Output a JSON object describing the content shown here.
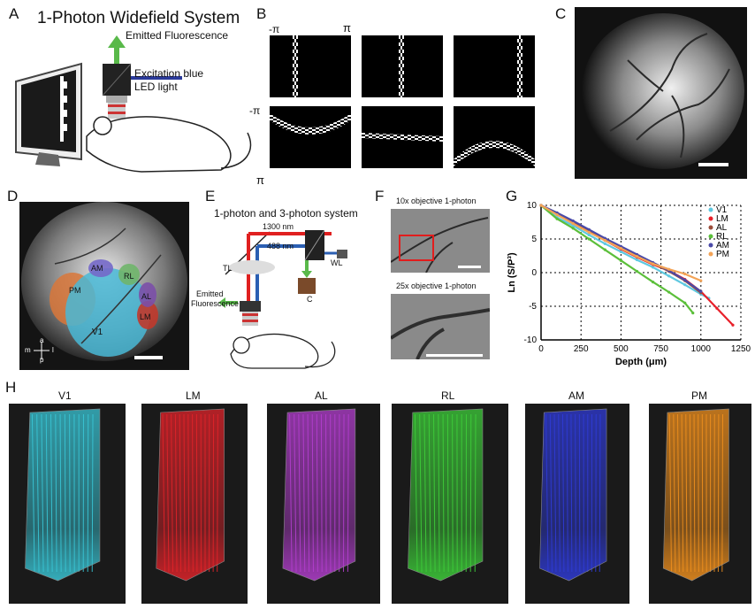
{
  "panels": {
    "A": {
      "label": "A",
      "title": "1-Photon Widefield System",
      "emitted": "Emitted Fluorescence",
      "excitation_l1": "Excitation blue",
      "excitation_l2": "LED light"
    },
    "B": {
      "label": "B",
      "neg_pi_top": "-π",
      "pi_top": "π",
      "neg_pi_left": "-π",
      "pi_left": "π"
    },
    "C": {
      "label": "C"
    },
    "D": {
      "label": "D",
      "areas": [
        "AM",
        "RL",
        "PM",
        "AL",
        "LM",
        "V1"
      ],
      "compass": [
        "a",
        "m",
        "l",
        "p"
      ]
    },
    "E": {
      "label": "E",
      "title": "1-photon and 3-photon system",
      "nm1300": "1300 nm",
      "nm488": "488 nm",
      "tl": "TL",
      "wl": "WL",
      "c": "C",
      "emitted_l1": "Emitted",
      "emitted_l2": "Fluorescence"
    },
    "F": {
      "label": "F",
      "top_caption": "10x objective 1-photon",
      "bottom_caption": "25x objective 1-photon"
    },
    "G": {
      "label": "G"
    },
    "H": {
      "label": "H",
      "stacks": [
        {
          "name": "V1",
          "color": "#39c6d6"
        },
        {
          "name": "LM",
          "color": "#e2232a"
        },
        {
          "name": "AL",
          "color": "#b43ed0"
        },
        {
          "name": "RL",
          "color": "#3ecf3a"
        },
        {
          "name": "AM",
          "color": "#2f3bd8"
        },
        {
          "name": "PM",
          "color": "#f0901e"
        }
      ]
    }
  },
  "chart_data": {
    "type": "line",
    "title": "",
    "xlabel": "Depth (μm)",
    "ylabel": "Ln (S/P³)",
    "xlim": [
      0,
      1250
    ],
    "ylim": [
      -10,
      10
    ],
    "xticks": [
      "0",
      "250",
      "500",
      "750",
      "1000",
      "1250"
    ],
    "yticks": [
      "10",
      "5",
      "0",
      "-5",
      "-10"
    ],
    "grid": true,
    "legend_position": "top-right",
    "series": [
      {
        "name": "V1",
        "color": "#5ec8e0",
        "x": [
          0,
          100,
          200,
          300,
          400,
          500,
          600,
          700,
          800,
          900,
          1000,
          1050
        ],
        "y": [
          10,
          8.2,
          7.0,
          5.6,
          4.3,
          3.1,
          1.9,
          0.8,
          -0.5,
          -1.8,
          -3.2,
          -3.8
        ]
      },
      {
        "name": "LM",
        "color": "#e8202a",
        "x": [
          0,
          100,
          200,
          300,
          400,
          500,
          600,
          700,
          800,
          900,
          1000,
          1100,
          1200
        ],
        "y": [
          10,
          8.7,
          7.4,
          6.1,
          4.8,
          3.5,
          2.3,
          1.2,
          0.3,
          -1.0,
          -2.8,
          -5.3,
          -7.8
        ]
      },
      {
        "name": "AL",
        "color": "#9b4d3a",
        "x": [
          0,
          100,
          200,
          300,
          400,
          500,
          600,
          700,
          800,
          900,
          1000
        ],
        "y": [
          10,
          8.8,
          7.6,
          6.3,
          5.0,
          3.7,
          2.6,
          1.4,
          0.2,
          -1.2,
          -3.0
        ]
      },
      {
        "name": "RL",
        "color": "#5bbf3a",
        "x": [
          0,
          100,
          200,
          300,
          400,
          500,
          600,
          700,
          800,
          900,
          950
        ],
        "y": [
          10,
          8.0,
          6.6,
          5.0,
          3.4,
          1.8,
          0.2,
          -1.4,
          -2.9,
          -4.5,
          -6.0
        ]
      },
      {
        "name": "AM",
        "color": "#4a4aa8",
        "x": [
          0,
          100,
          200,
          300,
          400,
          500,
          600,
          700,
          800,
          900,
          1000
        ],
        "y": [
          10,
          8.9,
          7.7,
          6.4,
          5.1,
          3.9,
          2.7,
          1.5,
          0.3,
          -1.1,
          -2.8
        ]
      },
      {
        "name": "PM",
        "color": "#f3a356",
        "x": [
          0,
          100,
          200,
          300,
          400,
          500,
          600,
          700,
          800,
          900,
          1000
        ],
        "y": [
          10,
          8.6,
          7.3,
          6.0,
          4.8,
          3.6,
          2.4,
          1.3,
          0.5,
          -0.2,
          -1.2
        ]
      }
    ]
  }
}
